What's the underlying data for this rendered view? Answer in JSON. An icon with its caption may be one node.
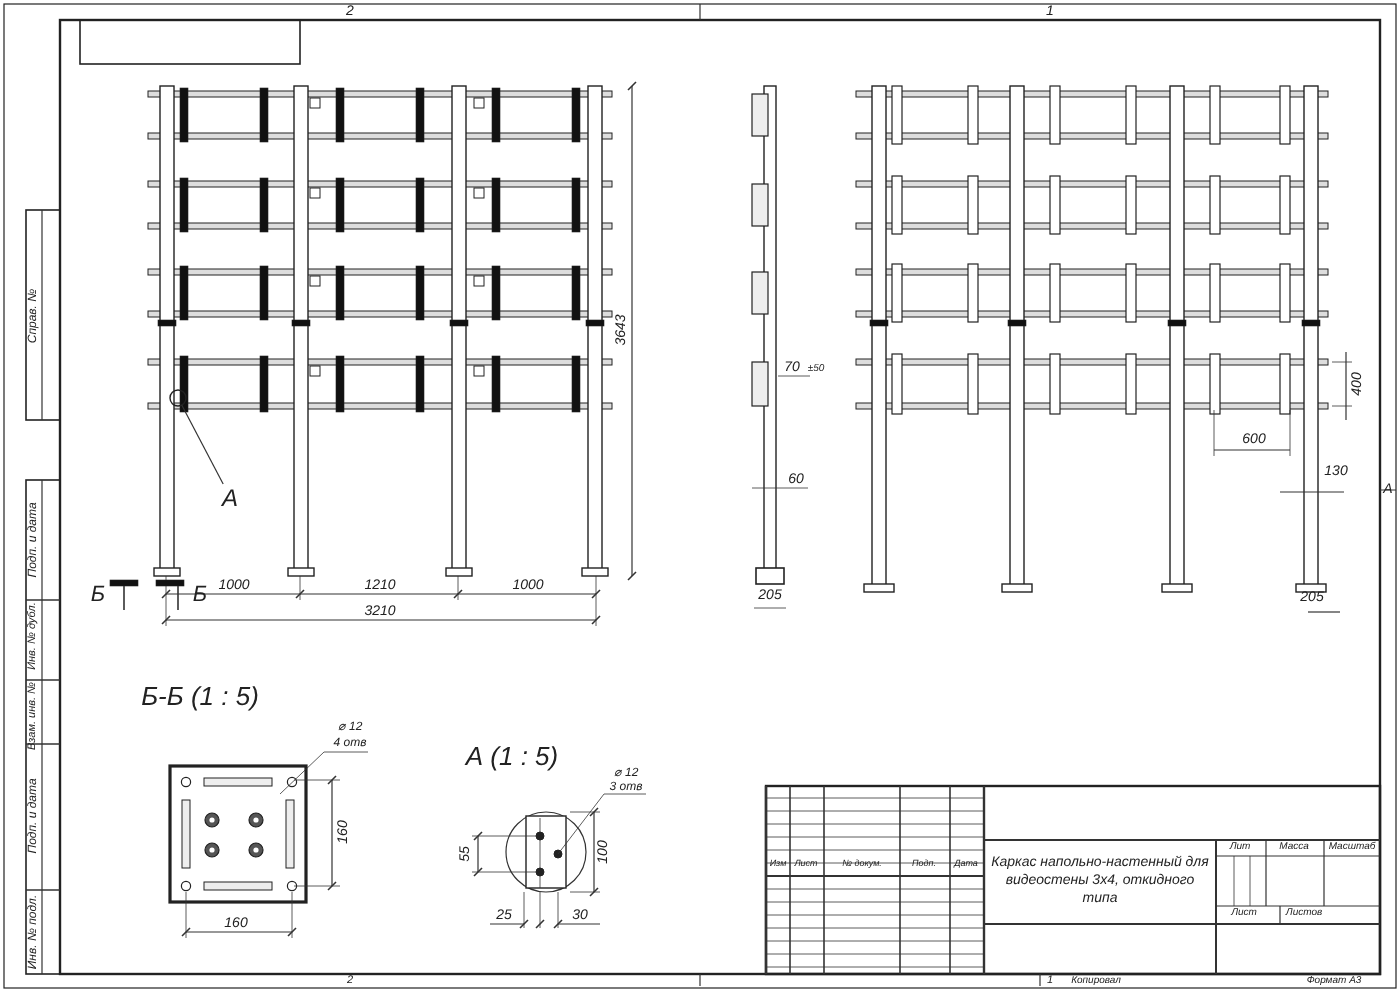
{
  "diagram": {
    "nodes": [
      {
        "text": [
          "А"
        ]
      },
      {
        "text": [],
        "shape": "circle"
      }
    ],
    "edges": [
      {
        "from": 0,
        "to": 1,
        "arrow": "none"
      }
    ],
    "labels": [
      "2",
      "1",
      "Справ. №",
      "3643",
      "70",
      "±50",
      "60",
      "400",
      "600",
      "130",
      "А",
      "Подп. и дата",
      "Б",
      "Б",
      "1000",
      "1210",
      "1000",
      "205",
      "205",
      "3210",
      "Инв. № дубл.",
      "Б-Б (1 : 5)",
      "Взам. инв. №",
      "⌀ 12",
      "4 отв",
      "А (1 : 5)",
      "⌀ 12",
      "3 отв",
      "Подп. и дата",
      "160",
      "55",
      "100",
      "Каркас напольно-настенный для видеостены 3x4, откидного типа",
      "Лит",
      "Масса",
      "Масштаб",
      "Изм",
      "Лист",
      "№ докум.",
      "Подп.",
      "Дата",
      "Лист",
      "Листов",
      "160",
      "25",
      "30",
      "Инв. № подл.",
      "2",
      "1",
      "Копировал",
      "Формат А3"
    ]
  }
}
